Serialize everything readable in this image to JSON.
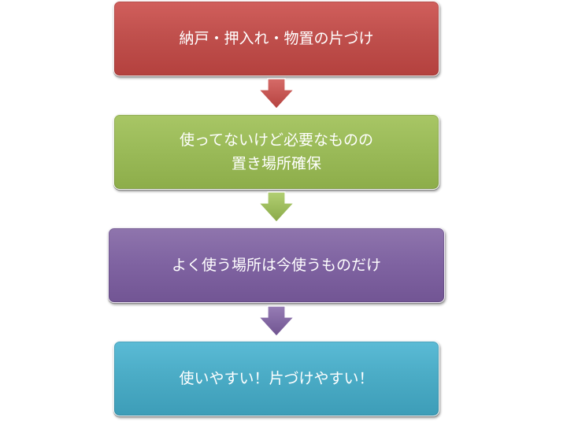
{
  "diagram": {
    "steps": [
      {
        "label": "納戸・押入れ・物置の片づけ",
        "color": "#c0504d"
      },
      {
        "label": "使ってないけど必要なものの\n置き場所確保",
        "color": "#9bbb59"
      },
      {
        "label": "よく使う場所は今使うものだけ",
        "color": "#8064a2"
      },
      {
        "label": "使いやすい！片づけやすい！",
        "color": "#4bacc6"
      }
    ],
    "arrows": [
      {
        "icon": "down-arrow-icon",
        "color": "#c0504d"
      },
      {
        "icon": "down-arrow-icon",
        "color": "#9bbb59"
      },
      {
        "icon": "down-arrow-icon",
        "color": "#8064a2"
      }
    ]
  }
}
